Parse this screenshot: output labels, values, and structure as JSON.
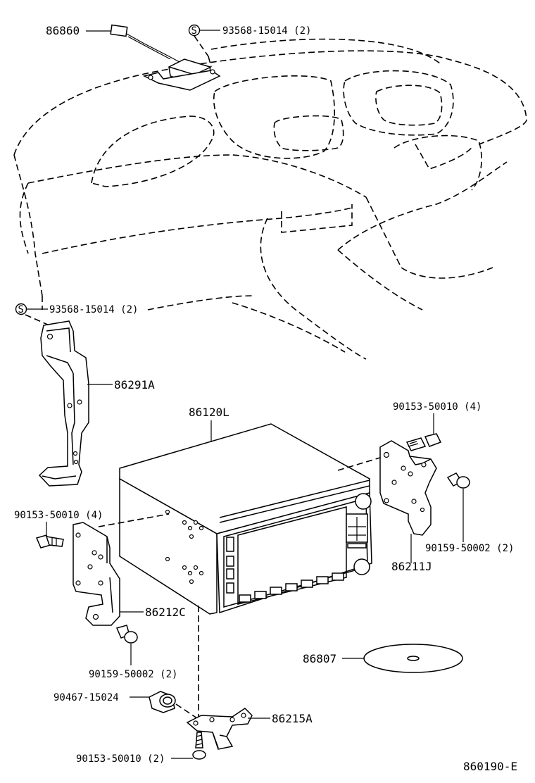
{
  "diagram": {
    "labels": {
      "antenna_amp": "86860",
      "screw_top": "93568-15014 (2)",
      "screw_mid": "93568-15014 (2)",
      "bracket_left_upper": "86291A",
      "nav_unit": "86120L",
      "screw_right_top": "90153-50010 (4)",
      "screw_left_top": "90153-50010 (4)",
      "bolt_right": "90159-50002 (2)",
      "bracket_right": "86211J",
      "bracket_left_lower": "86212C",
      "bolt_left": "90159-50002 (2)",
      "disc": "86807",
      "clip": "90467-15024",
      "bracket_bottom": "86215A",
      "screw_bottom": "90153-50010 (2)",
      "figure_code": "860190-E"
    },
    "callout_symbol": "S"
  }
}
